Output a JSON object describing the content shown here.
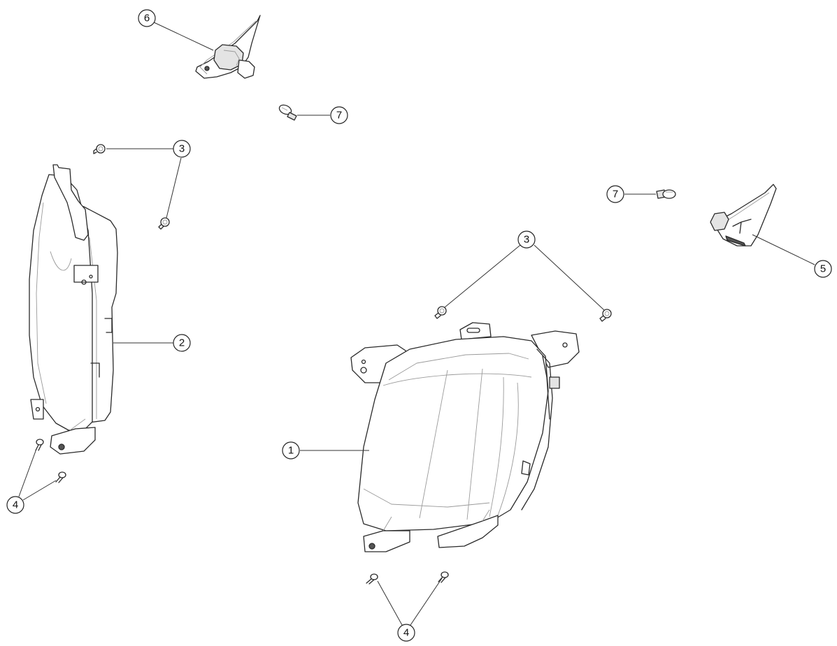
{
  "callouts": [
    {
      "id": "c6",
      "number": "6"
    },
    {
      "id": "c7a",
      "number": "7"
    },
    {
      "id": "c3a",
      "number": "3"
    },
    {
      "id": "c2",
      "number": "2"
    },
    {
      "id": "c4a",
      "number": "4"
    },
    {
      "id": "c7b",
      "number": "7"
    },
    {
      "id": "c5",
      "number": "5"
    },
    {
      "id": "c3b",
      "number": "3"
    },
    {
      "id": "c1",
      "number": "1"
    },
    {
      "id": "c4b",
      "number": "4"
    }
  ]
}
